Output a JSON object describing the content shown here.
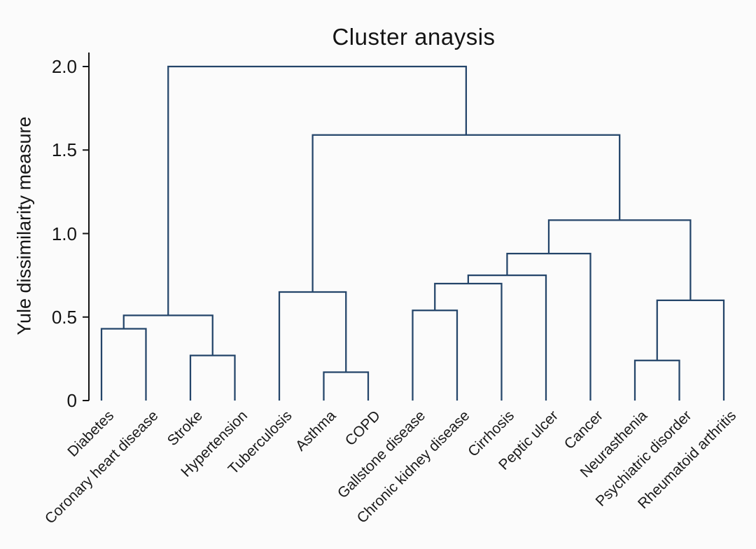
{
  "chart_data": {
    "type": "dendrogram",
    "title": "Cluster anaysis",
    "ylabel": "Yule dissimilarity measure",
    "ylim": [
      0,
      2.0
    ],
    "yticks": {
      "values": [
        0,
        0.5,
        1.0,
        1.5,
        2.0
      ],
      "labels": [
        "0",
        "0.5",
        "1.0",
        "1.5",
        "2.0"
      ]
    },
    "grid": false,
    "legend": "none",
    "leaves": [
      "Diabetes",
      "Coronary heart disease",
      "Stroke",
      "Hypertension",
      "Tuberculosis",
      "Asthma",
      "COPD",
      "Gallstone disease",
      "Chronic kidney disease",
      "Cirrhosis",
      "Peptic ulcer",
      "Cancer",
      "Neurasthenia",
      "Psychiatric disorder",
      "Rheumatoid arthritis"
    ],
    "linkage_note": "a/b reference leaf indices 0-14; merge i gets id 15+i; h = Yule dissimilarity merge height",
    "linkage": [
      {
        "a": 0,
        "b": 1,
        "h": 0.43
      },
      {
        "a": 2,
        "b": 3,
        "h": 0.27
      },
      {
        "a": 15,
        "b": 16,
        "h": 0.51
      },
      {
        "a": 5,
        "b": 6,
        "h": 0.17
      },
      {
        "a": 4,
        "b": 18,
        "h": 0.65
      },
      {
        "a": 7,
        "b": 8,
        "h": 0.54
      },
      {
        "a": 20,
        "b": 9,
        "h": 0.7
      },
      {
        "a": 21,
        "b": 10,
        "h": 0.75
      },
      {
        "a": 22,
        "b": 11,
        "h": 0.88
      },
      {
        "a": 12,
        "b": 13,
        "h": 0.24
      },
      {
        "a": 24,
        "b": 14,
        "h": 0.6
      },
      {
        "a": 23,
        "b": 25,
        "h": 1.08
      },
      {
        "a": 19,
        "b": 26,
        "h": 1.59
      },
      {
        "a": 17,
        "b": 27,
        "h": 2.0
      }
    ],
    "colors": {
      "line": "#24456a",
      "axis": "#141414",
      "text": "#141414",
      "background": "#fbfbfb"
    }
  }
}
